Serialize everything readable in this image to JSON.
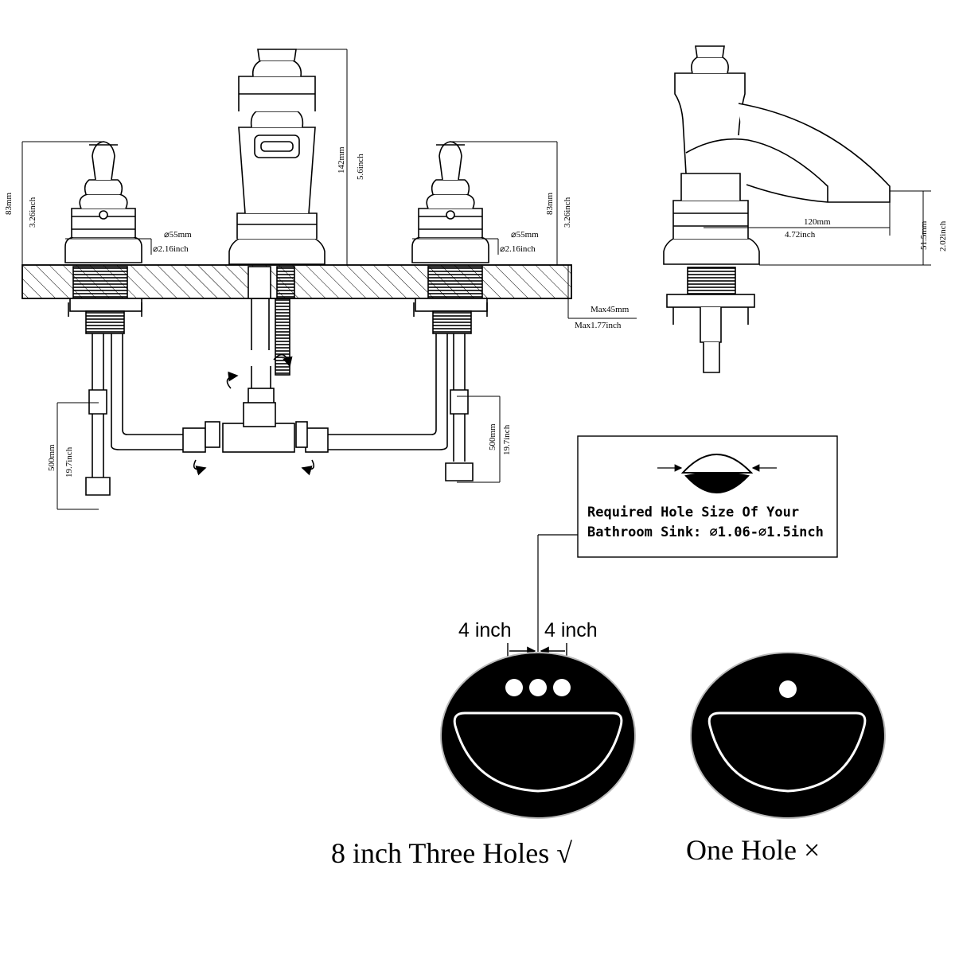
{
  "front_view": {
    "handle_height_mm": "83mm",
    "handle_height_inch": "3.26inch",
    "handle_diameter_mm": "⌀55mm",
    "handle_diameter_inch": "⌀2.16inch",
    "spout_height_mm": "142mm",
    "spout_height_inch": "5.6inch",
    "deck_max_mm": "Max45mm",
    "deck_max_inch": "Max1.77inch",
    "hose_length_mm": "500mm",
    "hose_length_inch": "19.7inch"
  },
  "side_view": {
    "reach_mm": "120mm",
    "reach_inch": "4.72inch",
    "spout_clearance_mm": "51.5mm",
    "spout_clearance_inch": "2.02inch"
  },
  "hole_note": {
    "line1": "Required Hole Size Of Your",
    "line2": "Bathroom Sink: ⌀1.06-⌀1.5inch"
  },
  "spacing": {
    "left": "4 inch",
    "right": "4 inch"
  },
  "sinks": {
    "three_hole_caption": "8 inch Three Holes √",
    "one_hole_caption": "One Hole ×"
  }
}
